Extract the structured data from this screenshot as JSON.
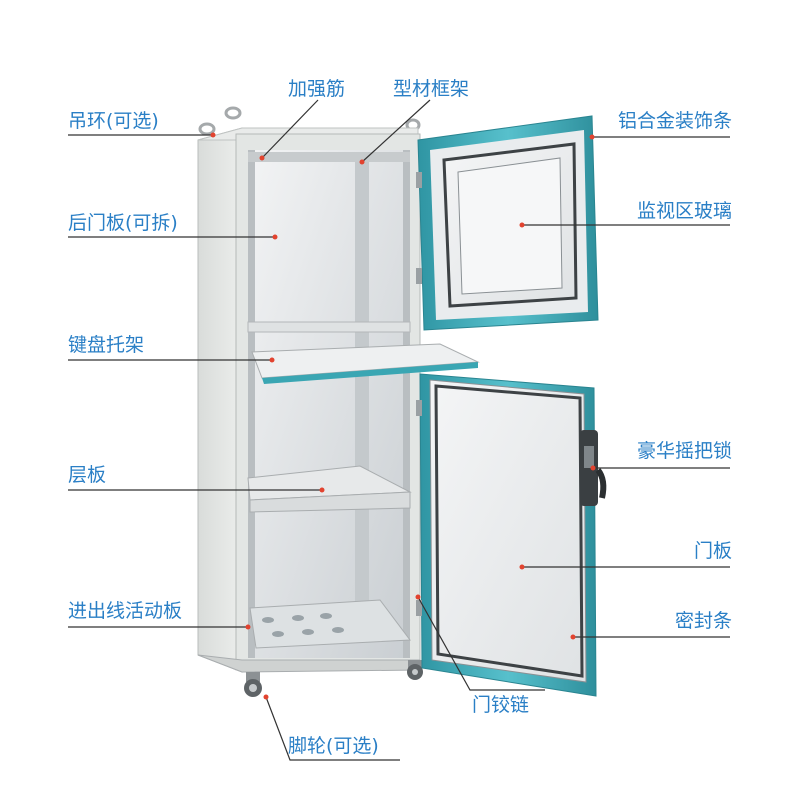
{
  "labels": {
    "lifting_ring": "吊环(可选)",
    "reinforcing_rib": "加强筋",
    "profile_frame": "型材框架",
    "aluminum_trim": "铝合金装饰条",
    "rear_door_panel": "后门板(可拆)",
    "monitor_glass": "监视区玻璃",
    "keyboard_tray": "键盘托架",
    "luxury_swing_lock": "豪华摇把锁",
    "shelf": "层板",
    "door_panel": "门板",
    "cable_entry_plate": "进出线活动板",
    "seal_strip": "密封条",
    "door_hinge": "门铰链",
    "casters": "脚轮(可选)"
  },
  "colors": {
    "label_text": "#2a7fc6",
    "leader_line": "#333333",
    "cabinet_body": "#e6e8e5",
    "cabinet_interior": "#d4d7d9",
    "door_trim": "#3aa6b3",
    "glass": "#f2f4f6"
  }
}
